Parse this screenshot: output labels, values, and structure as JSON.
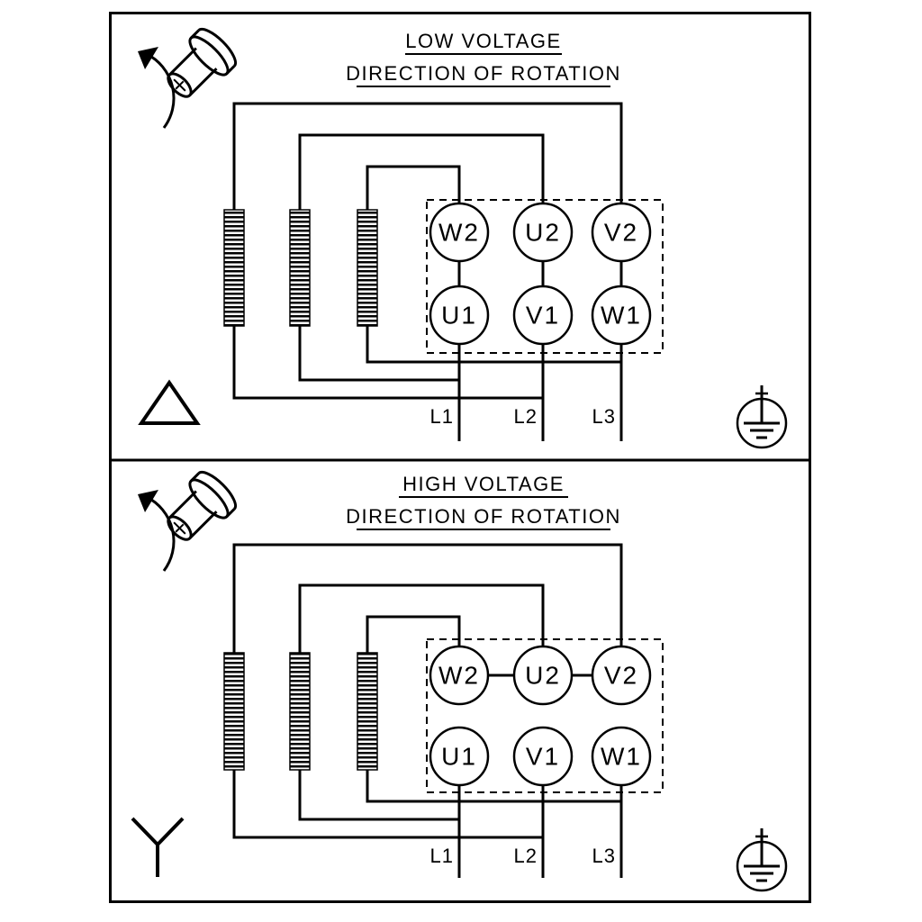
{
  "page": {
    "background": "#ffffff",
    "ink": "#000000"
  },
  "low_voltage": {
    "title": "LOW VOLTAGE",
    "subtitle": "DIRECTION OF ROTATION",
    "connection": "delta",
    "terminals": {
      "top": [
        "W2",
        "U2",
        "V2"
      ],
      "bottom": [
        "U1",
        "V1",
        "W1"
      ]
    },
    "supply_lines": [
      "L1",
      "L2",
      "L3"
    ]
  },
  "high_voltage": {
    "title": "HIGH VOLTAGE",
    "subtitle": "DIRECTION OF ROTATION",
    "connection": "star",
    "terminals": {
      "top": [
        "W2",
        "U2",
        "V2"
      ],
      "bottom": [
        "U1",
        "V1",
        "W1"
      ]
    },
    "supply_lines": [
      "L1",
      "L2",
      "L3"
    ]
  },
  "icons": {
    "rotation": "rotation-direction-icon",
    "earth": "earth-ground-icon",
    "delta": "delta-connection-icon",
    "star": "star-connection-icon"
  }
}
